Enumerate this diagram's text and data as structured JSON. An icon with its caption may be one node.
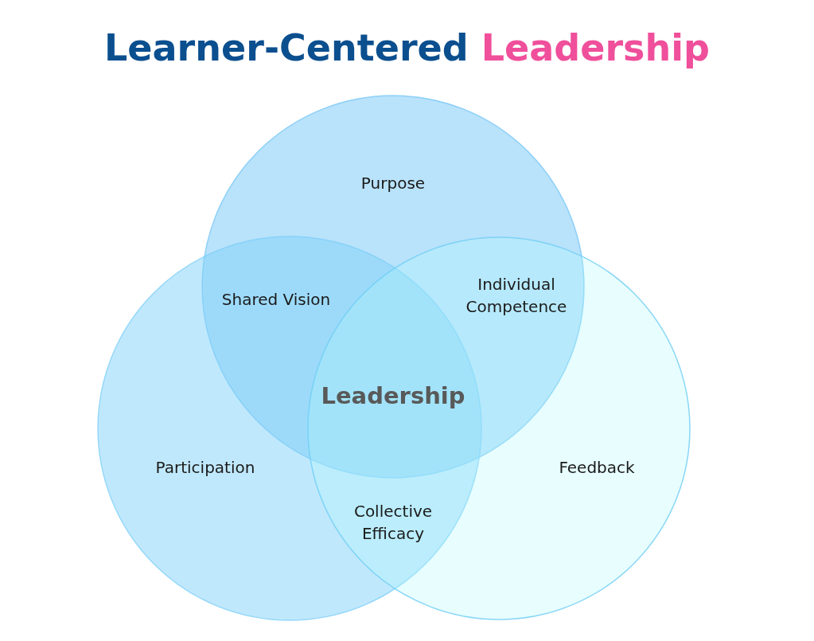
{
  "diagram": {
    "title": "Learner-Centered Leadership",
    "nodes": [
      {
        "text": [
          "Purpose"
        ]
      },
      {
        "text": [
          "Participation"
        ]
      },
      {
        "text": [
          "Feedback"
        ]
      }
    ],
    "edges": [],
    "labels": [
      "Shared Vision",
      "Individual Competence",
      "Leadership",
      "Collective Efficacy"
    ]
  }
}
